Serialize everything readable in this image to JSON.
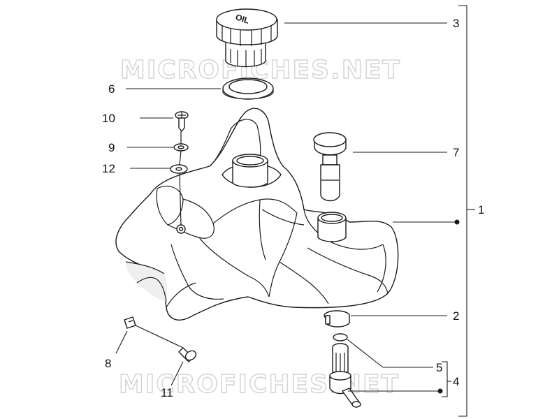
{
  "watermark": "MICROFICHES.NET",
  "cap_marking": "OIL",
  "callouts": [
    "1",
    "2",
    "3",
    "4",
    "5",
    "6",
    "7",
    "8",
    "9",
    "10",
    "11",
    "12"
  ],
  "colors": {
    "line": "#1a1a1a",
    "watermark": "#d2d2d2",
    "background": "#ffffff"
  }
}
